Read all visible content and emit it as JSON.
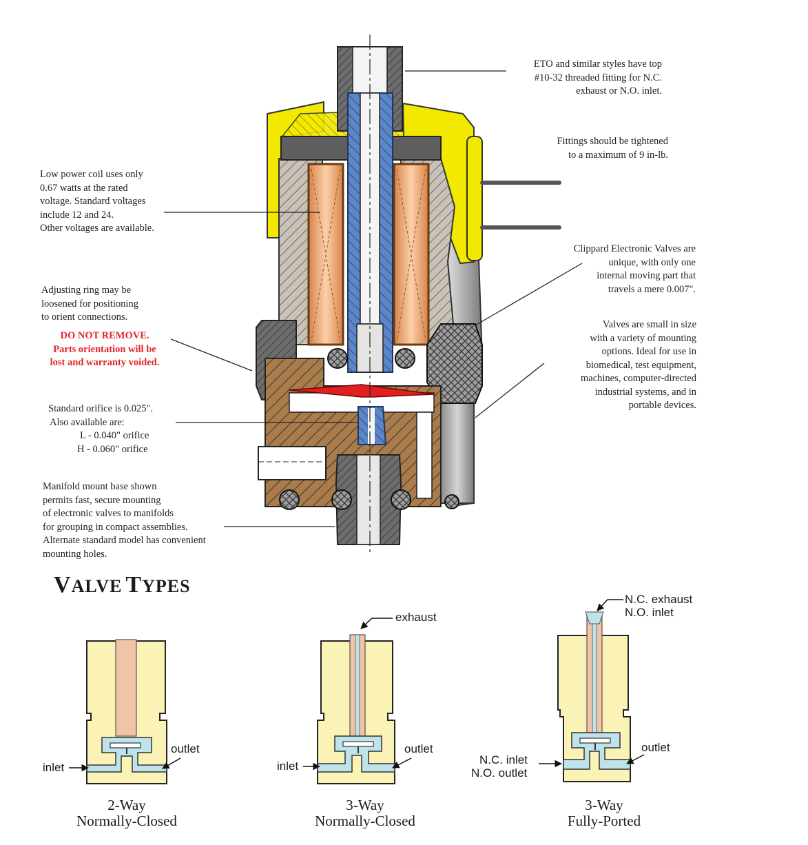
{
  "callouts": {
    "eto_fitting": [
      "ETO and similar styles have top",
      "#10-32 threaded fitting for N.C.",
      "exhaust or N.O. inlet."
    ],
    "fittings": [
      "Fittings should be tightened",
      "to a maximum of 9 in-lb."
    ],
    "coil": [
      "Low power coil uses only",
      "0.67 watts at the rated",
      "voltage. Standard voltages",
      "include 12 and 24.",
      "Other voltages are available."
    ],
    "moving_part": [
      "Clippard Electronic Valves are",
      "unique, with only one",
      "internal moving part that",
      "travels a mere 0.007\"."
    ],
    "adjusting_ring": [
      "Adjusting ring may be",
      "loosened for positioning",
      "to orient connections."
    ],
    "warning": [
      "DO NOT REMOVE.",
      "Parts orientation will be",
      "lost and warranty voided."
    ],
    "size": [
      "Valves are small in size",
      "with a variety of mounting",
      "options. Ideal for use in",
      "biomedical, test equipment,",
      "machines, computer-directed",
      "industrial systems, and in",
      "portable devices."
    ],
    "orifice": [
      "Standard orifice is 0.025\".",
      "Also available are:",
      "L -  0.040\" orifice",
      "H -  0.060\" orifice"
    ],
    "manifold": [
      "Manifold mount base shown",
      "permits fast, secure mounting",
      "of electronic valves to manifolds",
      "for grouping in compact assemblies.",
      "Alternate standard model has convenient",
      "mounting holes."
    ]
  },
  "section_heading": {
    "first": "V",
    "first_rest": "ALVE",
    "second": "T",
    "second_rest": "YPES"
  },
  "valve_types": [
    {
      "line1": "2-Way",
      "line2": "Normally-Closed",
      "inlet": "inlet",
      "outlet": "outlet"
    },
    {
      "line1": "3-Way",
      "line2": "Normally-Closed",
      "inlet": "inlet",
      "outlet": "outlet",
      "top": "exhaust"
    },
    {
      "line1": "3-Way",
      "line2": "Fully-Ported",
      "inlet1": "N.C. inlet",
      "inlet2": "N.O. outlet",
      "outlet": "outlet",
      "top1": "N.C. exhaust",
      "top2": "N.O. inlet"
    }
  ],
  "colors": {
    "coil_bracket": "#f2e800",
    "coil": "#f2a66a",
    "tube": "#5b86c8",
    "body": "#a0784a",
    "housing": "#b9b2a8",
    "diaphragm": "#e02020",
    "diagram_fill": "#fbf3b5",
    "port_fill": "#bfe3ea",
    "pipe": "#f0c4a6",
    "warning_text": "#e2252b"
  }
}
